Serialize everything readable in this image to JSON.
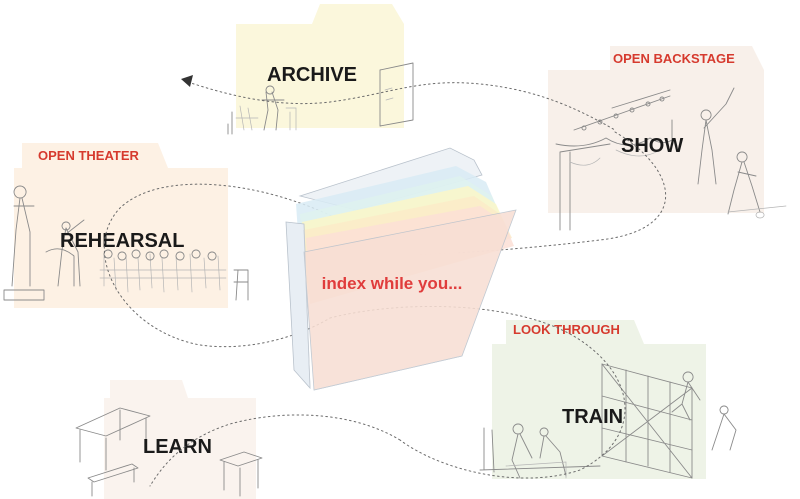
{
  "center": {
    "caption": "index while you..."
  },
  "folders": {
    "archive": {
      "title": "ARCHIVE",
      "tab": "",
      "color": "#fbf7dc"
    },
    "show": {
      "title": "SHOW",
      "tab": "OPEN BACKSTAGE",
      "color": "#f8f0ea"
    },
    "rehearsal": {
      "title": "REHEARSAL",
      "tab": "OPEN THEATER",
      "color": "#fdf1e4"
    },
    "train": {
      "title": "TRAIN",
      "tab": "LOOK THROUGH",
      "color": "#eef3e7"
    },
    "learn": {
      "title": "LEARN",
      "tab": "",
      "color": "#faf3ee"
    }
  },
  "colors": {
    "accent_red": "#e03c3c",
    "tab_text": "#d63a2e",
    "title_text": "#1a1a1a"
  },
  "icons": [
    "arrow-head-icon",
    "open-folder-icon"
  ]
}
